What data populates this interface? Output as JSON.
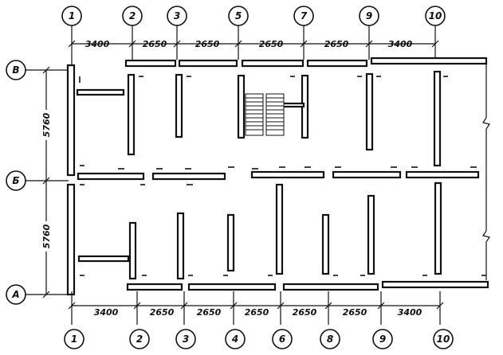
{
  "top_axes": [
    "1",
    "2",
    "3",
    "5",
    "7",
    "9",
    "10"
  ],
  "bottom_axes": [
    "1",
    "2",
    "3",
    "4",
    "6",
    "8",
    "9",
    "10"
  ],
  "row_axes": [
    "В",
    "Б",
    "А"
  ],
  "top_dimensions": [
    "3400",
    "2650",
    "2650",
    "2650",
    "2650",
    "3400"
  ],
  "bottom_dimensions": [
    "3400",
    "2650",
    "2650",
    "2650",
    "2650",
    "2650",
    "3400"
  ],
  "left_dimensions": [
    "5760",
    "5760"
  ]
}
